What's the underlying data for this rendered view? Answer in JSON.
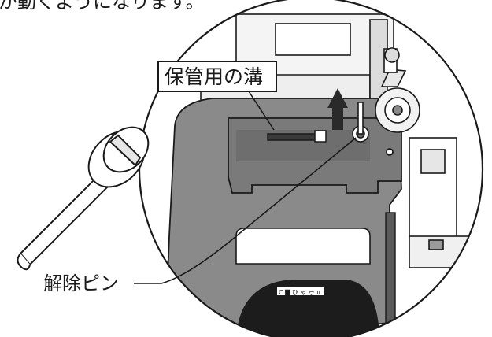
{
  "header_fragment": "が動くようになります。",
  "labels": {
    "groove": "保管用の溝",
    "pin": "解除ピン"
  },
  "print": {
    "panel_text": "C ▇ ひ ゃ ゥ ıı"
  },
  "colors": {
    "ink": "#1a1a1a",
    "gray_mid": "#8a8a8a",
    "gray_dark": "#4a4a4a",
    "gray_light": "#c9c9c9",
    "paper": "#ffffff"
  }
}
